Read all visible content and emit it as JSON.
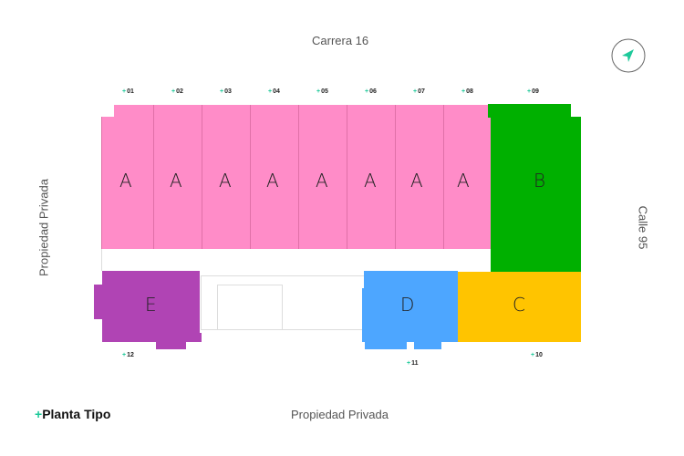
{
  "streets": {
    "top": "Carrera 16",
    "bottom": "Propiedad Privada",
    "left": "Propiedad Privada",
    "right": "Calle 95"
  },
  "title": {
    "plus": "+",
    "text": "Planta Tipo"
  },
  "colors": {
    "A": "#ff8cc8",
    "B": "#00b000",
    "C": "#ffc400",
    "D": "#4da6ff",
    "E": "#b044b4",
    "accent": "#1dc99a"
  },
  "unit_numbers": [
    "01",
    "02",
    "03",
    "04",
    "05",
    "06",
    "07",
    "08",
    "09",
    "10",
    "11",
    "12"
  ],
  "units": {
    "a": "A",
    "b": "B",
    "c": "C",
    "d": "D",
    "e": "E"
  }
}
